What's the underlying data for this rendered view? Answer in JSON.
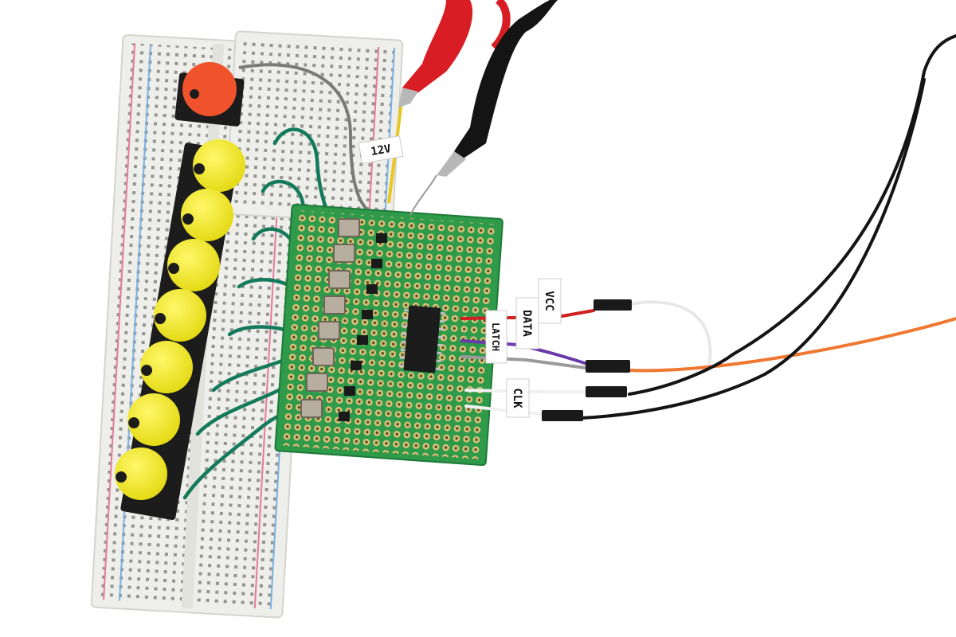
{
  "photo": {
    "labels": {
      "v12": "12V",
      "vcc": "VCC",
      "data": "DATA",
      "latch": "LATCH",
      "clk": "CLK"
    },
    "colors": {
      "background": "#ffffff",
      "breadboard": "#eeeeea",
      "pcb": "#2e9a4a",
      "button_cap": "#f2ec1a",
      "main_button_cap": "#f0532c",
      "button_body": "#1c1c1c",
      "jumper_wire": "#137a5c",
      "clip_red": "#d81e24",
      "clip_black": "#141414",
      "wire_orange": "#f07830",
      "wire_purple": "#6a3aa8",
      "wire_red": "#d02020",
      "wire_white": "#f4f4f4"
    },
    "counts": {
      "yellow_buttons": 7,
      "sensor_pads": 8,
      "ic_chips": 1
    }
  }
}
